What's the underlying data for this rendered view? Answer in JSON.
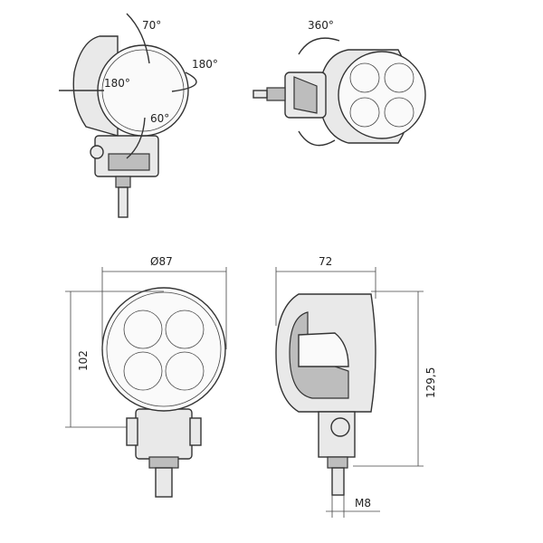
{
  "perspective_view": {
    "angles": {
      "tilt_up": "70°",
      "rotate_right": "180°",
      "rotate_left": "180°",
      "tilt_down": "60°"
    }
  },
  "rear_view": {
    "rotation": "360°"
  },
  "front_view": {
    "diameter": "Ø87",
    "height": "102"
  },
  "side_view": {
    "depth": "72",
    "total_height": "129,5",
    "thread": "M8"
  }
}
